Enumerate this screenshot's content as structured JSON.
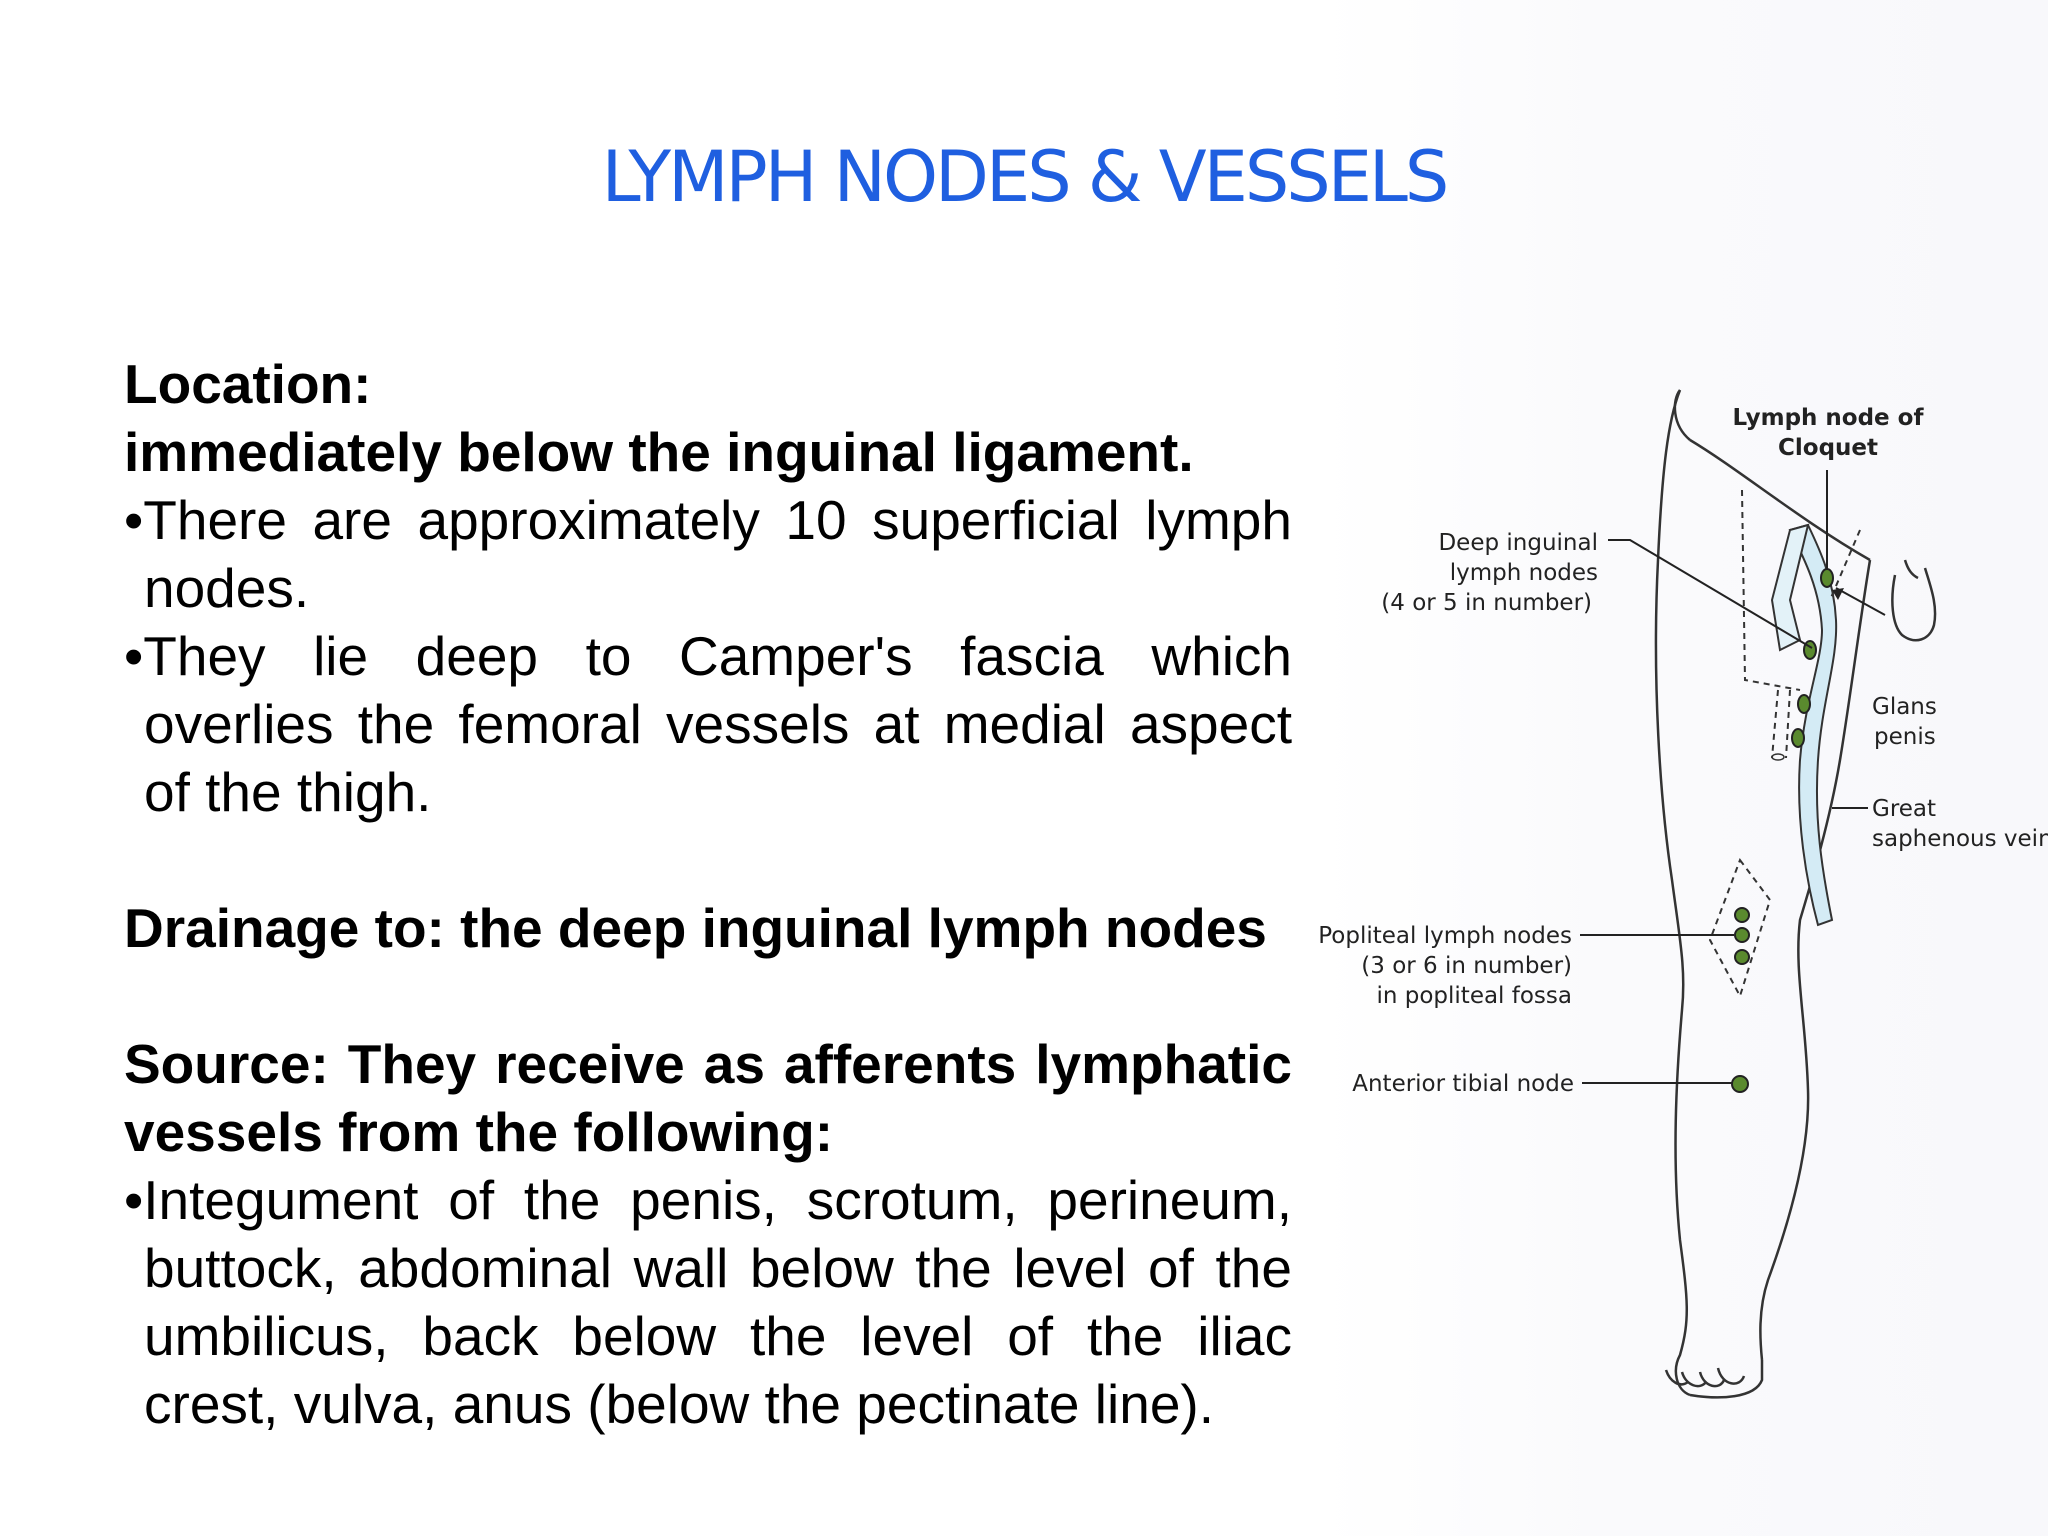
{
  "title": "LYMPH NODES & VESSELS",
  "location": {
    "heading": "Location:",
    "subheading": "immediately below the inguinal ligament.",
    "bullets": [
      "•There are approximately 10 superficial lymph nodes.",
      "•They lie deep to Camper's fascia which overlies the femoral vessels at medial aspect of the thigh."
    ]
  },
  "drainage": {
    "text": "Drainage to: the deep inguinal lymph nodes"
  },
  "source": {
    "text": "Source: They receive as afferents lymphatic vessels from the following:",
    "bullets": [
      "•Integument of the penis, scrotum, perineum, buttock, abdominal wall below the level of the umbilicus, back below the level of the iliac crest, vulva, anus (below the pectinate line)."
    ]
  },
  "diagram": {
    "labels": {
      "cloquet_1": "Lymph node of",
      "cloquet_2": "Cloquet",
      "deep_1": "Deep inguinal",
      "deep_2": "lymph nodes",
      "deep_3": "(4 or 5 in number)",
      "glans_1": "Glans",
      "glans_2": "penis",
      "great_1": "Great",
      "great_2": "saphenous vein",
      "popliteal_1": "Popliteal lymph nodes",
      "popliteal_2": "(3 or 6 in number)",
      "popliteal_3": "in popliteal fossa",
      "anterior_tibial": "Anterior tibial node"
    },
    "colors": {
      "node_fill": "#5a8a2e",
      "vein_fill": "#d4ebf5",
      "outline": "#333333"
    }
  }
}
